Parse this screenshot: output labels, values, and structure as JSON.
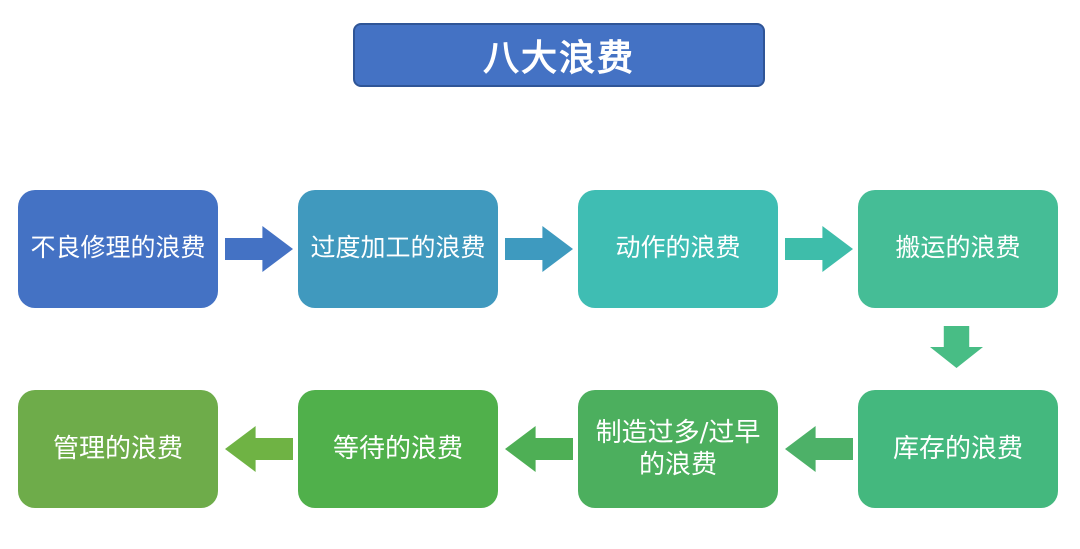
{
  "title": {
    "label": "八大浪费",
    "fill": "#4472C4",
    "border_color": "#2F5597",
    "text_color": "#FFFFFF"
  },
  "flow": {
    "top_row": [
      {
        "step": 1,
        "label": "不良修理的浪费",
        "fill": "#4472C4"
      },
      {
        "step": 2,
        "label": "过度加工的浪费",
        "fill": "#4099BE"
      },
      {
        "step": 3,
        "label": "动作的浪费",
        "fill": "#3FBDB3"
      },
      {
        "step": 4,
        "label": "搬运的浪费",
        "fill": "#45BD96"
      }
    ],
    "bottom_row": [
      {
        "step": 8,
        "label": "管理的浪费",
        "fill": "#6EAC4A"
      },
      {
        "step": 7,
        "label": "等待的浪费",
        "fill": "#50B04B"
      },
      {
        "step": 6,
        "label": "制造过多/过早\n的浪费",
        "fill": "#4CAF5E"
      },
      {
        "step": 5,
        "label": "库存的浪费",
        "fill": "#44B87E"
      }
    ],
    "arrows": {
      "right_1": {
        "from": "不良修理的浪费",
        "to": "过度加工的浪费",
        "fill": "#4472C4"
      },
      "right_2": {
        "from": "过度加工的浪费",
        "to": "动作的浪费",
        "fill": "#3E9ABF"
      },
      "right_3": {
        "from": "动作的浪费",
        "to": "搬运的浪费",
        "fill": "#3EBDAA"
      },
      "down_1": {
        "from": "搬运的浪费",
        "to": "库存的浪费",
        "fill": "#48BD85"
      },
      "left_1": {
        "from": "库存的浪费",
        "to": "制造过多/过早的浪费",
        "fill": "#4DB168"
      },
      "left_2": {
        "from": "制造过多/过早的浪费",
        "to": "等待的浪费",
        "fill": "#4EAF55"
      },
      "left_3": {
        "from": "等待的浪费",
        "to": "管理的浪费",
        "fill": "#6FB344"
      }
    }
  }
}
